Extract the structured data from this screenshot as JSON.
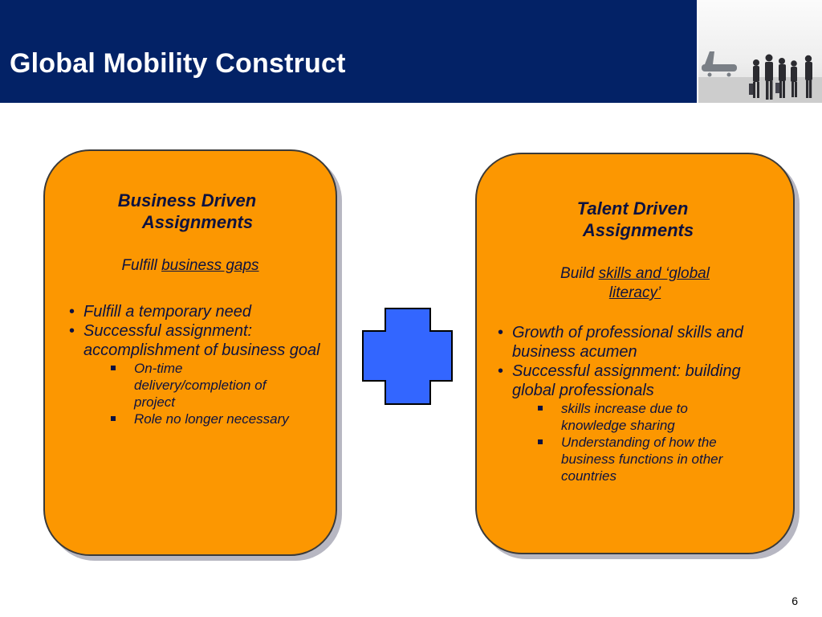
{
  "slide": {
    "title": "Global Mobility Construct",
    "page_number": "6"
  },
  "colors": {
    "header_bg": "#032266",
    "box_fill": "#fc9701",
    "plus_fill": "#3366ff"
  },
  "icons": {
    "plus": "plus-icon",
    "photo": "travelers-photo"
  },
  "left_box": {
    "title_line1": "Business Driven",
    "title_line2": "Assignments",
    "subtitle_prefix": "Fulfill ",
    "subtitle_link": "business gaps",
    "bullets": [
      "Fulfill a temporary need",
      "Successful assignment: accomplishment of business goal"
    ],
    "sub_bullets": [
      "On-time delivery/completion of project",
      "Role no longer necessary"
    ]
  },
  "right_box": {
    "title_line1": "Talent Driven",
    "title_line2": "Assignments",
    "subtitle_prefix": "Build ",
    "subtitle_link_line1": "skills and ‘global",
    "subtitle_link_line2": "literacy’",
    "bullets": [
      "Growth of professional skills and business acumen",
      "Successful assignment: building global professionals"
    ],
    "sub_bullets": [
      "skills increase due to knowledge sharing",
      "Understanding of how the business functions in other countries"
    ]
  }
}
